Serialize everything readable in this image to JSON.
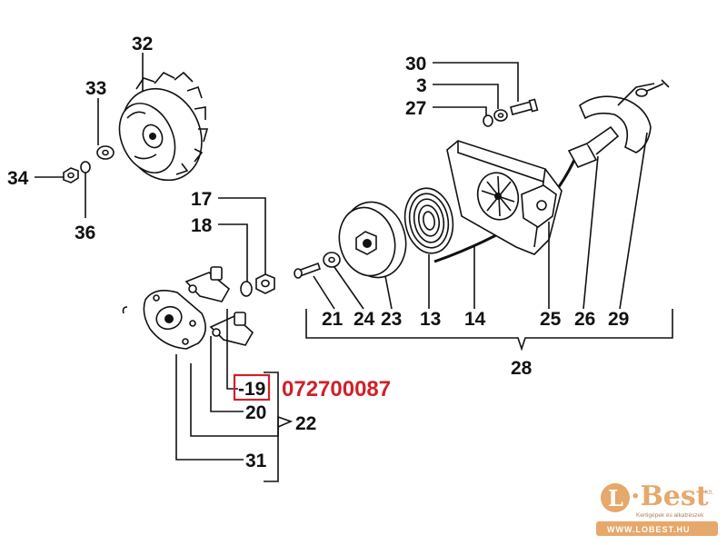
{
  "labels": {
    "n32": "32",
    "n33": "33",
    "n34": "34",
    "n36": "36",
    "n30": "30",
    "n3": "3",
    "n27": "27",
    "n17": "17",
    "n18": "18",
    "n21": "21",
    "n24": "24",
    "n23": "23",
    "n13": "13",
    "n14": "14",
    "n25": "25",
    "n26": "26",
    "n29": "29",
    "n28": "28",
    "n19": "-19",
    "n20": "20",
    "n22": "22",
    "n31": "31"
  },
  "part_number": "072700087",
  "highlight_color": "#d0202a",
  "logo": {
    "name": "L·Best",
    "rft": "Kft.",
    "tagline": "Kertigépek és alkatrészek",
    "url": "WWW.LOBEST.HU",
    "color": "#e6a86b"
  }
}
